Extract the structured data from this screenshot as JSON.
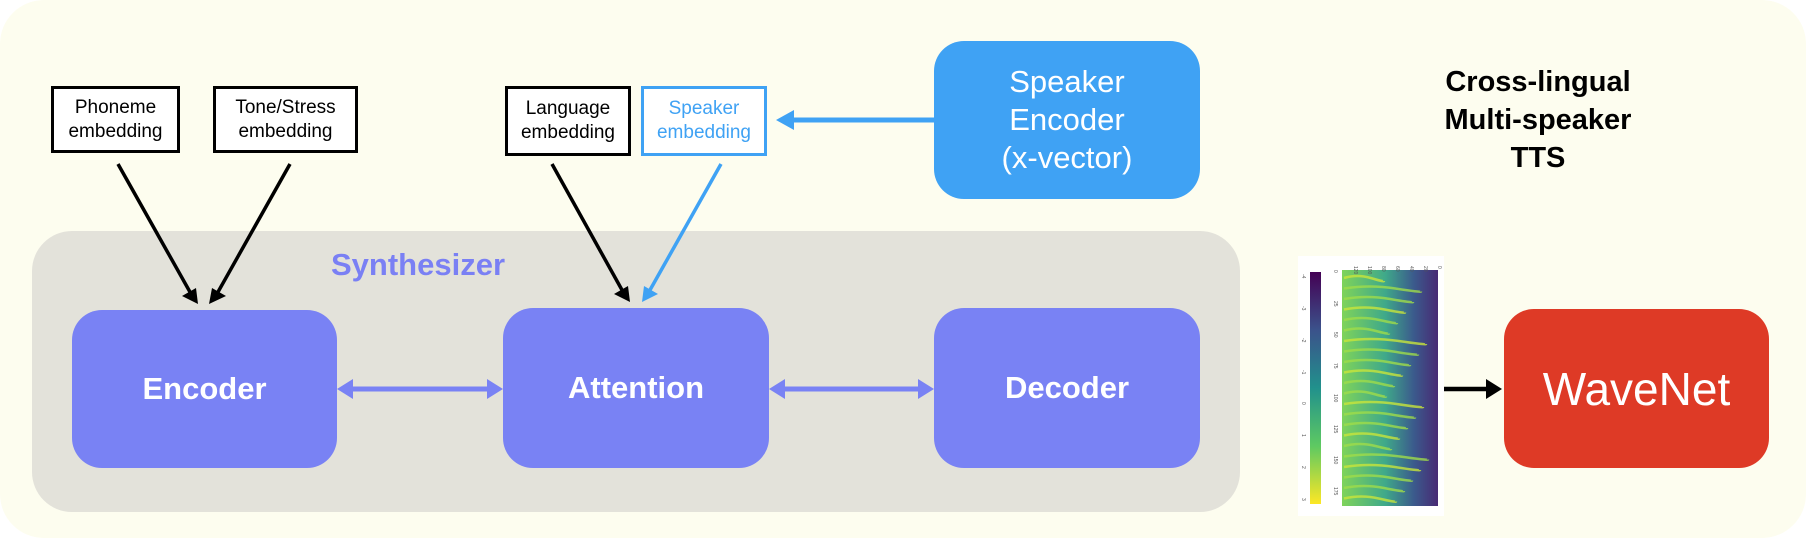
{
  "title": [
    "Cross-lingual",
    "Multi-speaker",
    "TTS"
  ],
  "synthesizer": {
    "label": "Synthesizer",
    "encoder": "Encoder",
    "attention": "Attention",
    "decoder": "Decoder"
  },
  "embeddings": {
    "phoneme": [
      "Phoneme",
      "embedding"
    ],
    "tone_stress": [
      "Tone/Stress",
      "embedding"
    ],
    "language": [
      "Language",
      "embedding"
    ],
    "speaker": [
      "Speaker",
      "embedding"
    ]
  },
  "speaker_encoder": [
    "Speaker",
    "Encoder",
    "(x-vector)"
  ],
  "vocoder": "WaveNet",
  "spectrogram": {
    "x_ticks": [
      "0",
      "20",
      "40",
      "60",
      "80",
      "100",
      "120"
    ],
    "y_ticks": [
      "0",
      "25",
      "50",
      "75",
      "100",
      "125",
      "150",
      "175"
    ],
    "colorbar_ticks": [
      "-4",
      "-3",
      "-2",
      "-1",
      "0",
      "1",
      "2",
      "3"
    ]
  },
  "colors": {
    "background": "#fdfdef",
    "synth_panel": "#e3e2da",
    "synth_blocks": "#7982f4",
    "speaker_blue": "#3fa2f4",
    "wavenet_red": "#de3a26"
  }
}
